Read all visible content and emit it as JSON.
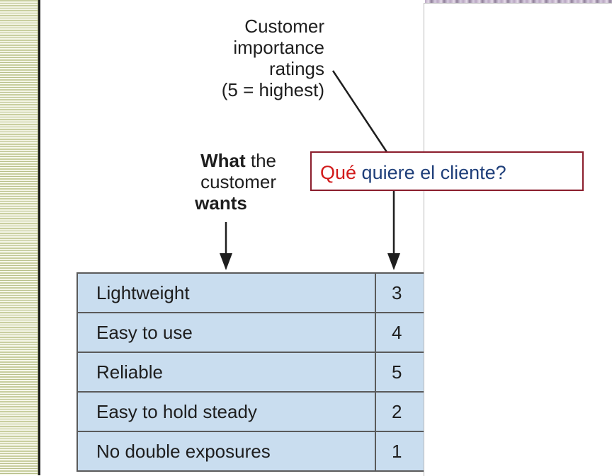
{
  "diagram": {
    "ratings_label_lines": [
      "Customer",
      "importance",
      "ratings",
      "(5 = highest)"
    ],
    "wants_label": {
      "line1_bold": "What",
      "line1_rest": " the",
      "line2": "customer",
      "line3_bold": "wants"
    },
    "rows": [
      {
        "want": "Lightweight",
        "rating": "3"
      },
      {
        "want": "Easy to use",
        "rating": "4"
      },
      {
        "want": "Reliable",
        "rating": "5"
      },
      {
        "want": "Easy to hold steady",
        "rating": "2"
      },
      {
        "want": "No double exposures",
        "rating": "1"
      }
    ]
  },
  "callout": {
    "word1": "Qué",
    "word2": " quiere el cliente?",
    "colors": {
      "word1": "#d21a1a",
      "rest": "#1f3f7a",
      "border": "#8b1d2c"
    }
  }
}
